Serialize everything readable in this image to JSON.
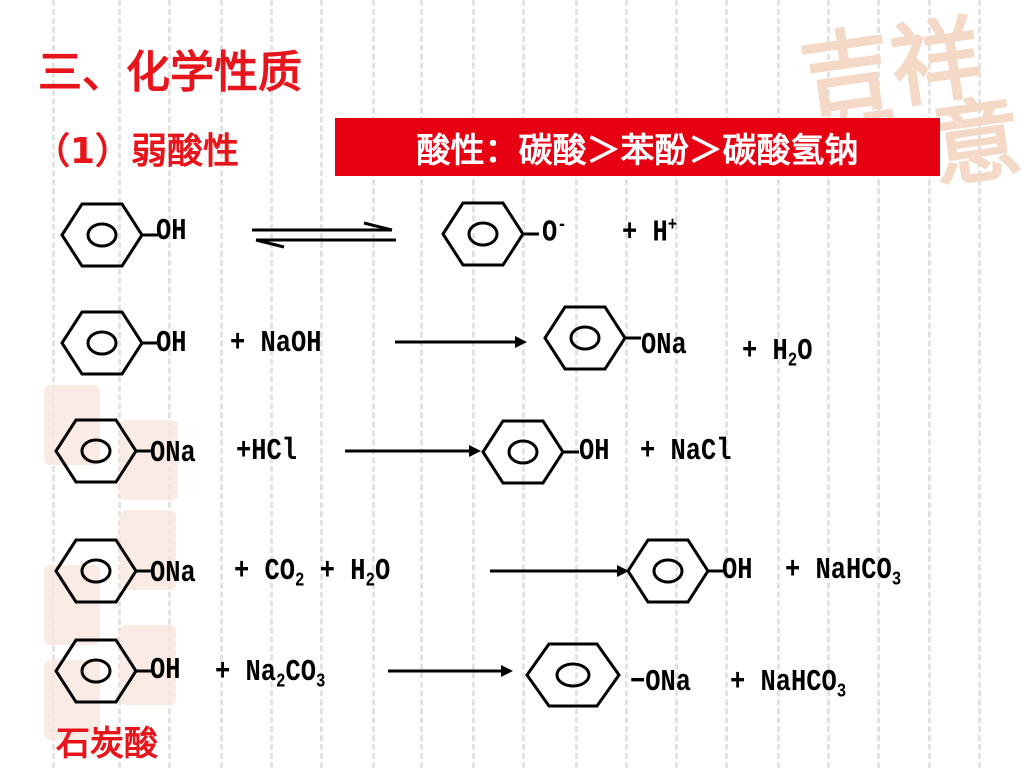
{
  "title": "三、化学性质",
  "subtitle": "（1）弱酸性",
  "banner": "酸性：碳酸＞苯酚＞碳酸氢钠",
  "footer": "石炭酸",
  "rows": [
    {
      "r1_group": "OH",
      "p1_group": "O",
      "p1_charge": "-",
      "plus": "+",
      "p2": "H",
      "p2_charge": "+"
    },
    {
      "r1_group": "OH",
      "r2": "+ NaOH",
      "p1_group": "ONa",
      "p2_a": "+ H",
      "p2_sub": "2",
      "p2_b": "O"
    },
    {
      "r1_group": "ONa",
      "r2": "+HCl",
      "p1_group": "OH",
      "p2": "+ NaCl"
    },
    {
      "r1_group": "ONa",
      "r2_a": "+ CO",
      "r2_sub": "2",
      "r2_b": " + H",
      "r2_sub2": "2",
      "r2_c": "O",
      "p1_group": "OH",
      "p2_a": "+  NaHCO",
      "p2_sub": "3"
    },
    {
      "r1_group": "OH",
      "r2_a": "+ Na",
      "r2_sub": "2",
      "r2_b": "CO",
      "r2_sub2": "3",
      "p1_group": "ONa",
      "p2_a": "+ NaHCO",
      "p2_sub": "3"
    }
  ]
}
